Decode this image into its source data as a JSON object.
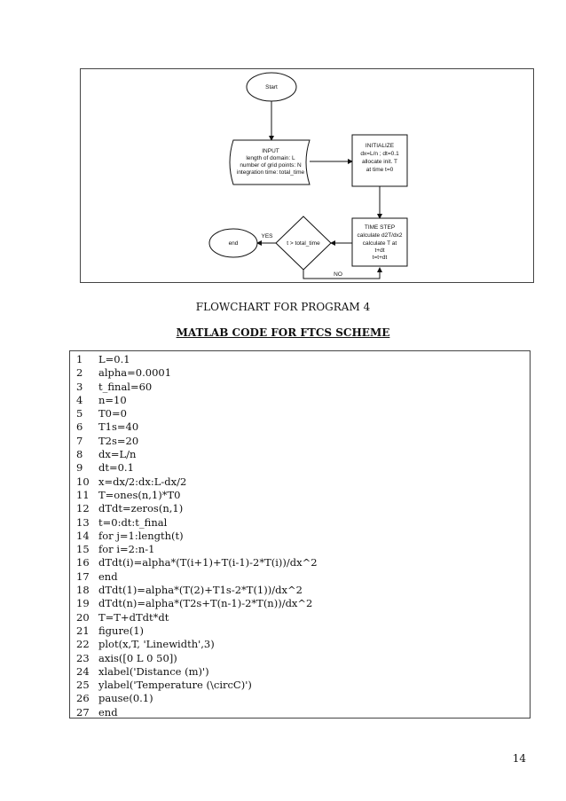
{
  "flowchart": {
    "start": "Start",
    "input": [
      "INPUT",
      "length of domain: L",
      "number of grid points: N",
      "integration time: total_time"
    ],
    "initialize": [
      "INITIALIZE",
      "dx=L/n ; dt=0.1",
      "allocate init. T",
      "at time t=0"
    ],
    "timestep": [
      "TIME STEP",
      "calculate d2T/dx2",
      "calculate T at",
      "t+dt",
      "t=t+dt"
    ],
    "decision": "t > total_time",
    "end": "end",
    "yes": "YES",
    "no": "NO"
  },
  "caption": "FLOWCHART FOR PROGRAM 4",
  "heading": "MATLAB CODE FOR FTCS SCHEME",
  "code": [
    {
      "n": "1",
      "t": "L=0.1"
    },
    {
      "n": "2",
      "t": "alpha=0.0001"
    },
    {
      "n": "3",
      "t": "t_final=60"
    },
    {
      "n": "4",
      "t": "n=10"
    },
    {
      "n": "5",
      "t": "T0=0"
    },
    {
      "n": "6",
      "t": "T1s=40"
    },
    {
      "n": "7",
      "t": "T2s=20"
    },
    {
      "n": "8",
      "t": "dx=L/n"
    },
    {
      "n": "9",
      "t": "dt=0.1"
    },
    {
      "n": "10",
      "t": "x=dx/2:dx:L-dx/2"
    },
    {
      "n": "11",
      "t": "T=ones(n,1)*T0"
    },
    {
      "n": "12",
      "t": "dTdt=zeros(n,1)"
    },
    {
      "n": "13",
      "t": "t=0:dt:t_final"
    },
    {
      "n": "14",
      "t": "for j=1:length(t)"
    },
    {
      "n": "15",
      "t": "for i=2:n-1"
    },
    {
      "n": "16",
      "t": "dTdt(i)=alpha*(T(i+1)+T(i-1)-2*T(i))/dx^2"
    },
    {
      "n": "17",
      "t": "end"
    },
    {
      "n": "18",
      "t": "dTdt(1)=alpha*(T(2)+T1s-2*T(1))/dx^2"
    },
    {
      "n": "19",
      "t": "dTdt(n)=alpha*(T2s+T(n-1)-2*T(n))/dx^2"
    },
    {
      "n": "20",
      "t": "T=T+dTdt*dt"
    },
    {
      "n": "21",
      "t": "figure(1)"
    },
    {
      "n": "22",
      "t": "plot(x,T, 'Linewidth',3)"
    },
    {
      "n": "23",
      "t": "axis([0 L 0 50])"
    },
    {
      "n": "24",
      "t": "xlabel('Distance (m)')"
    },
    {
      "n": "25",
      "t": "ylabel('Temperature (\\circC)')"
    },
    {
      "n": "26",
      "t": "pause(0.1)"
    },
    {
      "n": "27",
      "t": "end"
    }
  ],
  "page_number": "14"
}
